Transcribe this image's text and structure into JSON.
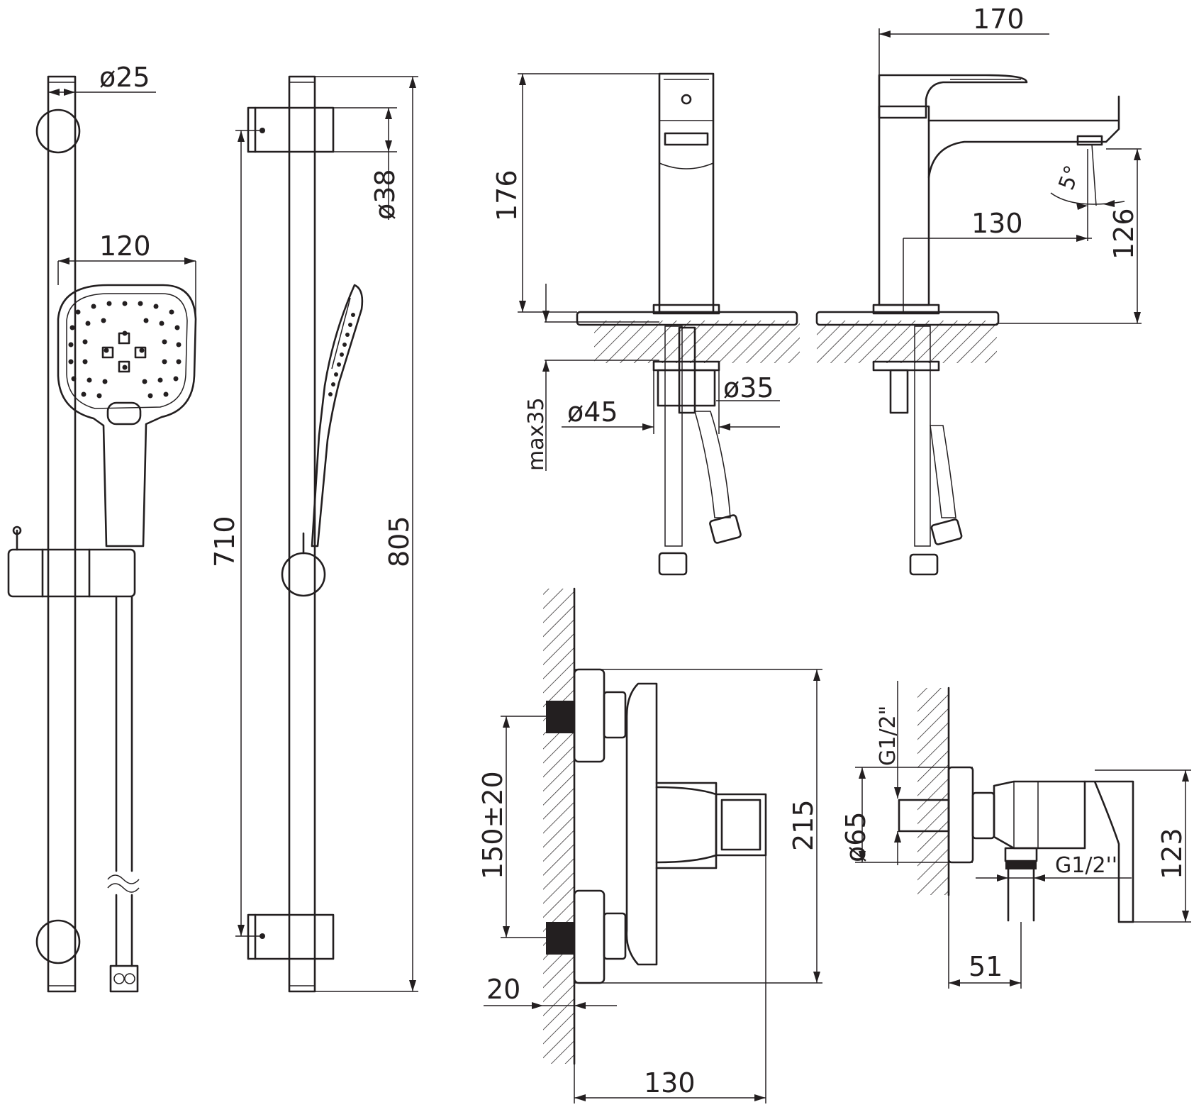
{
  "dimensions": {
    "rail_tube_diameter": "ø25",
    "hand_shower_width": "120",
    "holder_diameter": "ø38",
    "bracket_spacing": "710",
    "rail_overall_length": "805",
    "basin_height_front": "176",
    "basin_depth": "170",
    "spout_reach": "130",
    "spout_angle": "5°",
    "spout_height": "126",
    "max_deck_thickness": "max35",
    "base_diameter": "ø45",
    "deck_hole_diameter": "ø35",
    "shower_inlet_spacing": "150±20",
    "shower_mixer_height": "215",
    "wall_gap": "20",
    "shower_mixer_projection": "130",
    "inlet_thread_top": "G1/2\"",
    "rosette_diameter": "ø65",
    "outlet_thread": "G1/2''",
    "outlet_offset": "51",
    "side_mixer_height": "123"
  },
  "colors": {
    "line": "#231f20",
    "background": "#ffffff"
  }
}
